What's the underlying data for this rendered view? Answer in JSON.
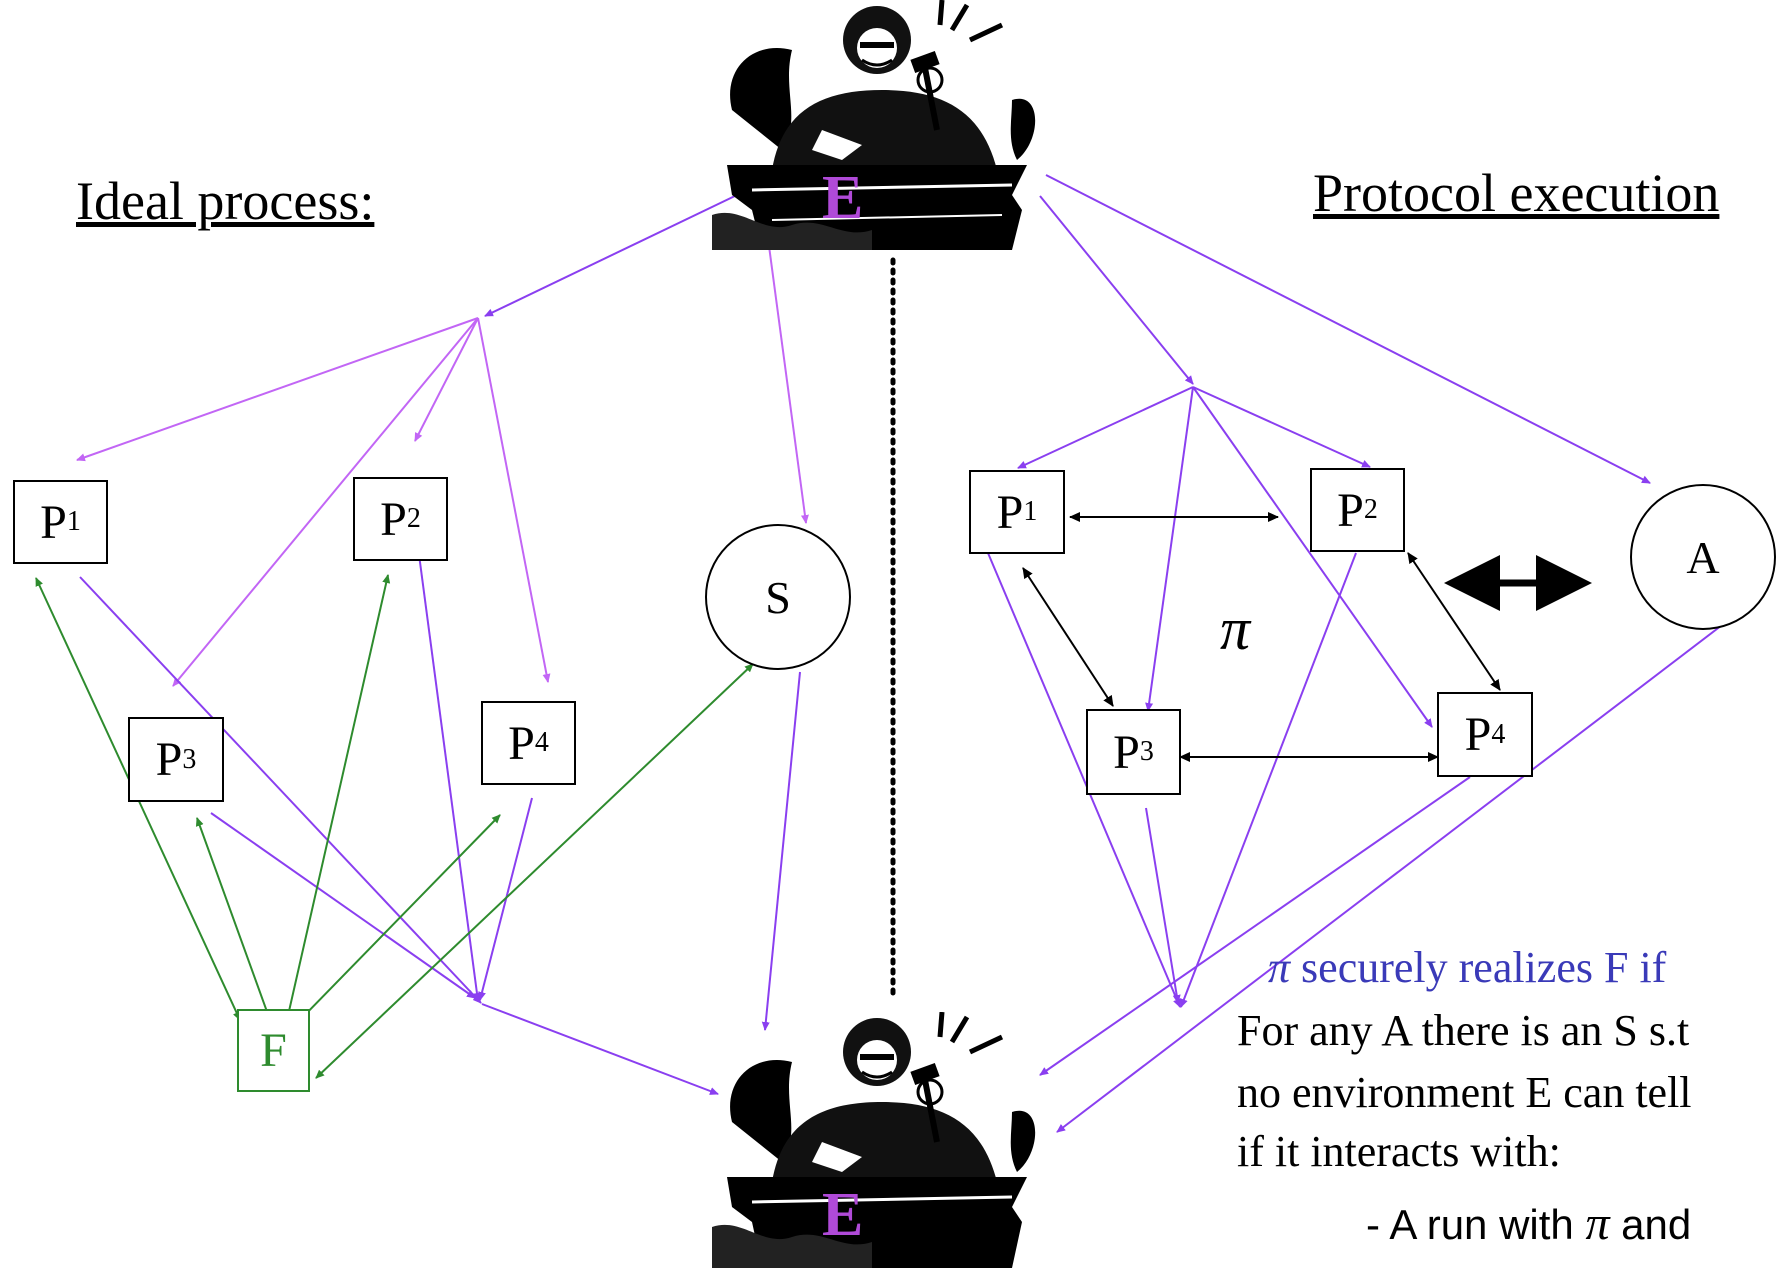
{
  "headings": {
    "ideal": "Ideal process:",
    "protocol": "Protocol execution"
  },
  "environment_label": "E",
  "ideal": {
    "parties": [
      {
        "name": "P",
        "sub": "1"
      },
      {
        "name": "P",
        "sub": "2"
      },
      {
        "name": "P",
        "sub": "3"
      },
      {
        "name": "P",
        "sub": "4"
      }
    ],
    "functionality": "F",
    "simulator": "S"
  },
  "real": {
    "parties": [
      {
        "name": "P",
        "sub": "1"
      },
      {
        "name": "P",
        "sub": "2"
      },
      {
        "name": "P",
        "sub": "3"
      },
      {
        "name": "P",
        "sub": "4"
      }
    ],
    "adversary": "A",
    "protocol_symbol": "π"
  },
  "definition": {
    "symbol": "π",
    "title": " securely realizes F if",
    "line1": "For any A there is an S s.t",
    "line2": "no environment E can tell",
    "line3": "if it interacts with:",
    "line4_prefix": "- A run with ",
    "line4_symbol": "π",
    "line4_suffix": " and"
  },
  "colors": {
    "violet": "#8a3ff0",
    "light_violet": "#c266f5",
    "green": "#2e8b2e",
    "blue_text": "#3a3ab8",
    "e_letter": "#b04ad8"
  }
}
